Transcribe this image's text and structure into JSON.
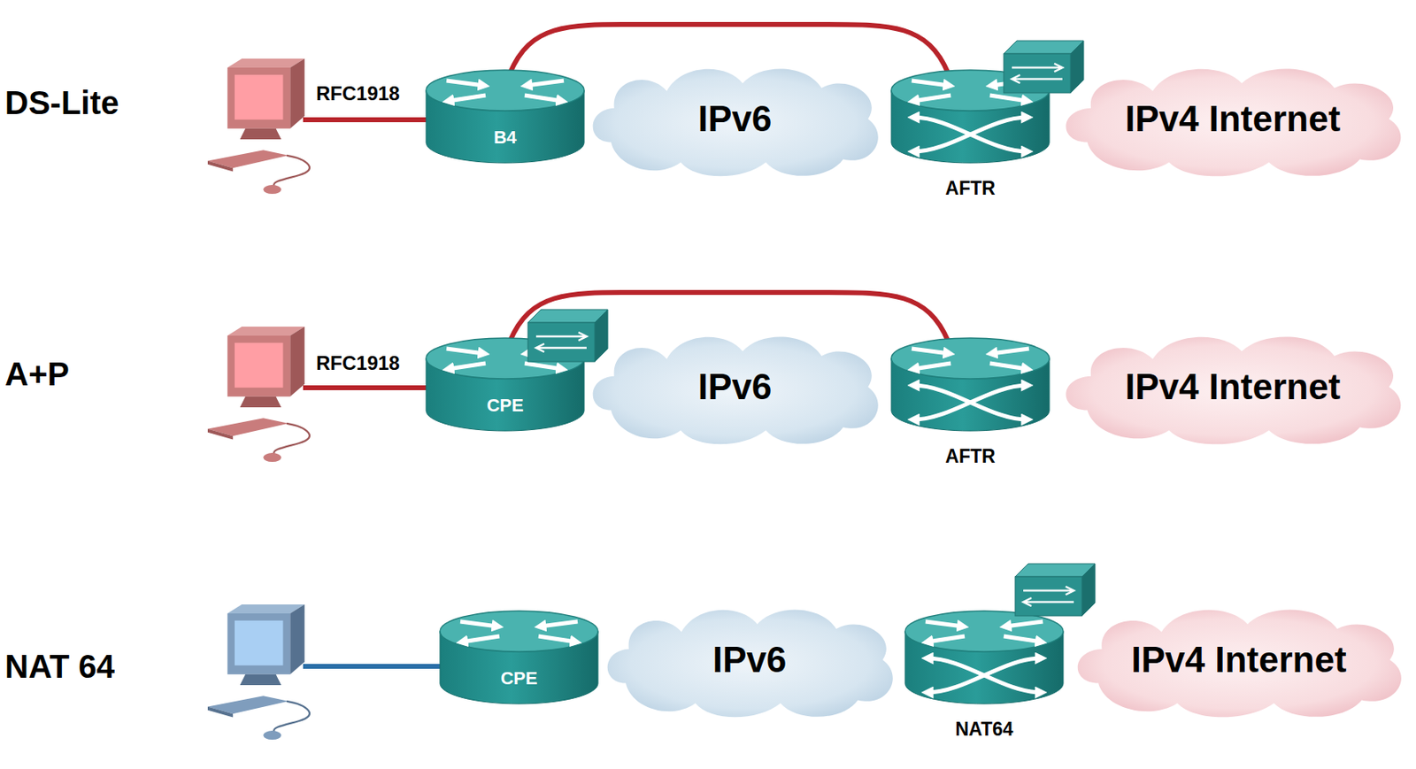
{
  "diagram": {
    "nodes": [
      {
        "text": [
          "B4"
        ]
      },
      {
        "text": [
          "IPv6"
        ]
      },
      {
        "text": [
          "AFTR"
        ]
      },
      {
        "text": [
          "IPv4 Internet"
        ]
      },
      {
        "text": [
          "CPE"
        ]
      },
      {
        "text": [
          "IPv6"
        ]
      },
      {
        "text": [
          "AFTR"
        ]
      },
      {
        "text": [
          "IPv4 Internet"
        ]
      },
      {
        "text": [
          "CPE"
        ]
      },
      {
        "text": [
          "IPv6"
        ]
      },
      {
        "text": [
          "NAT64"
        ]
      },
      {
        "text": [
          "IPv4 Internet"
        ]
      }
    ],
    "edges": [
      {
        "from": 0,
        "to": 2,
        "arrow": "none"
      },
      {
        "from": 4,
        "to": 6,
        "arrow": "none"
      }
    ],
    "labels": [
      "DS-Lite",
      "RFC1918",
      "A+P",
      "RFC1918",
      "NAT 64"
    ]
  }
}
